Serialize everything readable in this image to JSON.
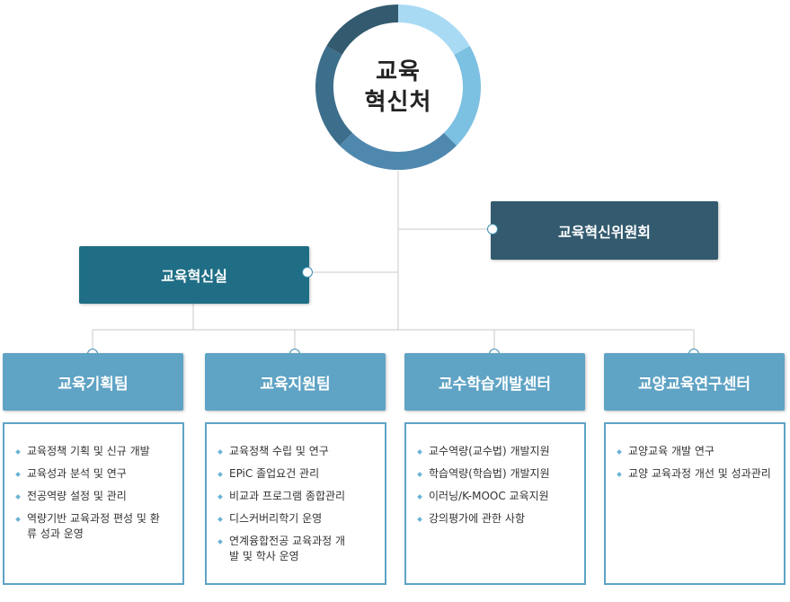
{
  "hub": {
    "line1": "교육",
    "line2": "혁신처"
  },
  "committee": {
    "label": "교육혁신위원회"
  },
  "office": {
    "label": "교육혁신실"
  },
  "teams": [
    {
      "label": "교육기획팀",
      "items": [
        "교육정책 기획 및 신규 개발",
        "교육성과 분석 및 연구",
        "전공역량 설정 및 관리",
        "역량기반 교육과정 편성 및 환류 성과 운영"
      ]
    },
    {
      "label": "교육지원팀",
      "items": [
        "교육정책 수립 및 연구",
        "EPiC 졸업요건 관리",
        "비교과 프로그램 종합관리",
        "디스커버리학기 운영",
        "연계융합전공 교육과정 개발 및 학사 운영"
      ]
    },
    {
      "label": "교수학습개발센터",
      "items": [
        "교수역량(교수법) 개발지원",
        "학습역량(학습법) 개발지원",
        "이러닝/K-MOOC 교육지원",
        "강의평가에 관한 사항"
      ]
    },
    {
      "label": "교양교육연구센터",
      "items": [
        "교양교육 개발 연구",
        "교양 교육과정 개선 및 성과관리"
      ]
    }
  ],
  "colors": {
    "ring_dark": "#335a6e",
    "ring_mid": "#4f88ae",
    "ring_light": "#7cc0e2",
    "ring_lightest": "#a9daf4",
    "committee": "#335a6e",
    "office": "#1f6e85",
    "team": "#5fa3c5",
    "connector": "#c8c8c8"
  }
}
